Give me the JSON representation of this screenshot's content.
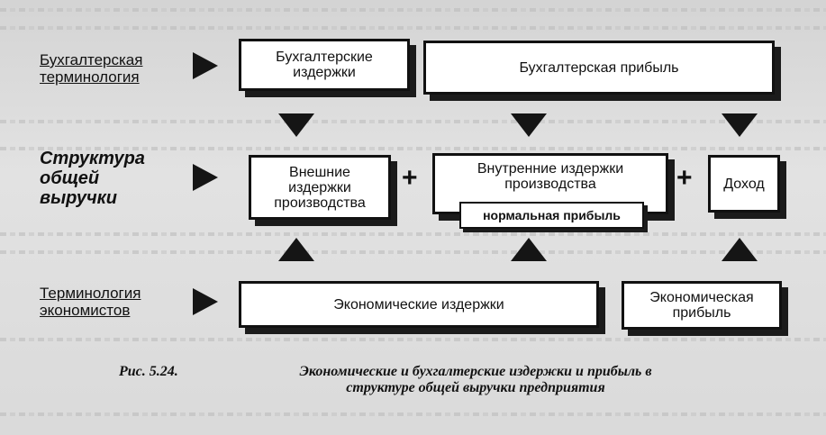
{
  "rows": {
    "accounting_label": [
      "Бухгалтерская",
      "терминология"
    ],
    "structure_label": [
      "Структура",
      "общей",
      "выручки"
    ],
    "economists_label": [
      "Терминология",
      "экономистов"
    ]
  },
  "boxes": {
    "accounting_costs": [
      "Бухгалтерские",
      "издержки"
    ],
    "accounting_profit": "Бухгалтерская прибыль",
    "external_costs": [
      "Внешние",
      "издержки",
      "производства"
    ],
    "internal_costs_line1_italic": "Внутренние",
    "internal_costs_line1_rest": " издержки",
    "internal_costs_line2": "производства",
    "normal_profit": "нормальная прибыль",
    "income": "Доход",
    "economic_costs": "Экономические издержки",
    "economic_profit": [
      "Экономическая",
      "прибыль"
    ]
  },
  "operators": {
    "plus": "+"
  },
  "caption": {
    "number": "Рис. 5.24.",
    "line1": "Экономические и бухгалтерские издержки и прибыль в",
    "line2": "структуре общей выручки предприятия"
  }
}
